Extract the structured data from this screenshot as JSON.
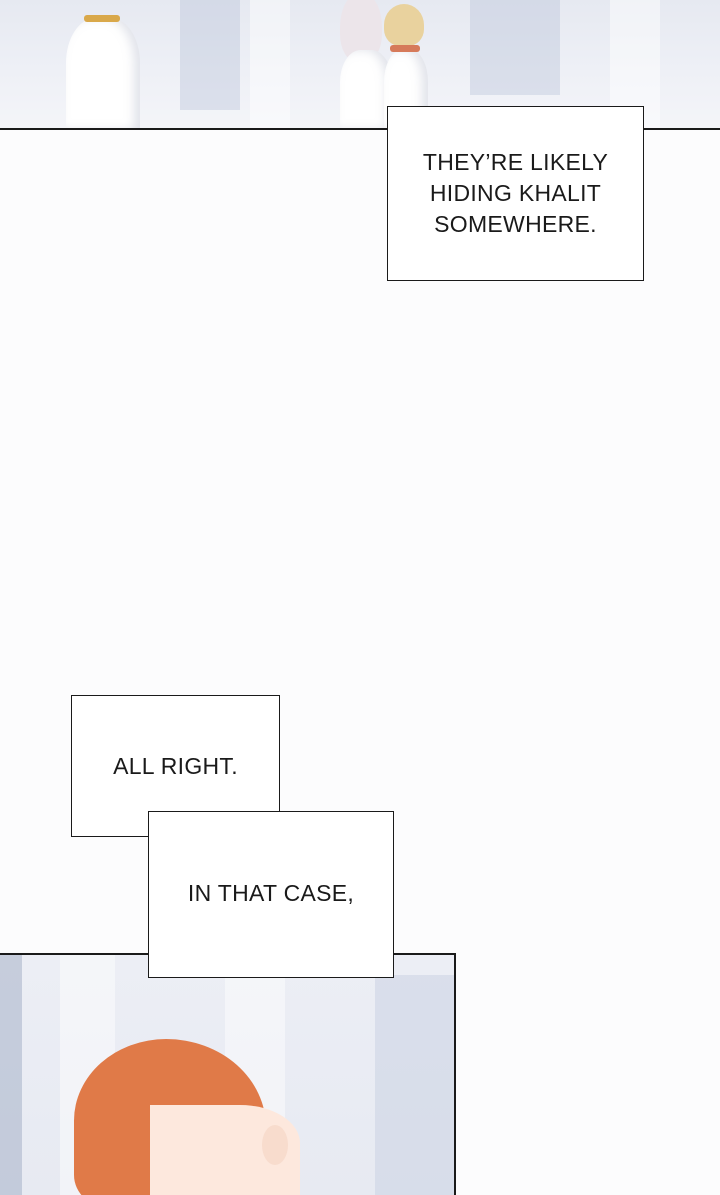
{
  "dialogue": {
    "line1": [
      "THEY’RE LIKELY",
      "HIDING KHALIT",
      "SOMEWHERE."
    ],
    "line2": "ALL RIGHT.",
    "line3": "IN THAT CASE,"
  },
  "colors": {
    "panel_border": "#1a1a1a",
    "page_background": "#fcfcfd",
    "hair_orange": "#e07a48",
    "uniform_white": "#ffffff",
    "uniform_trim": "#d9a84a"
  }
}
